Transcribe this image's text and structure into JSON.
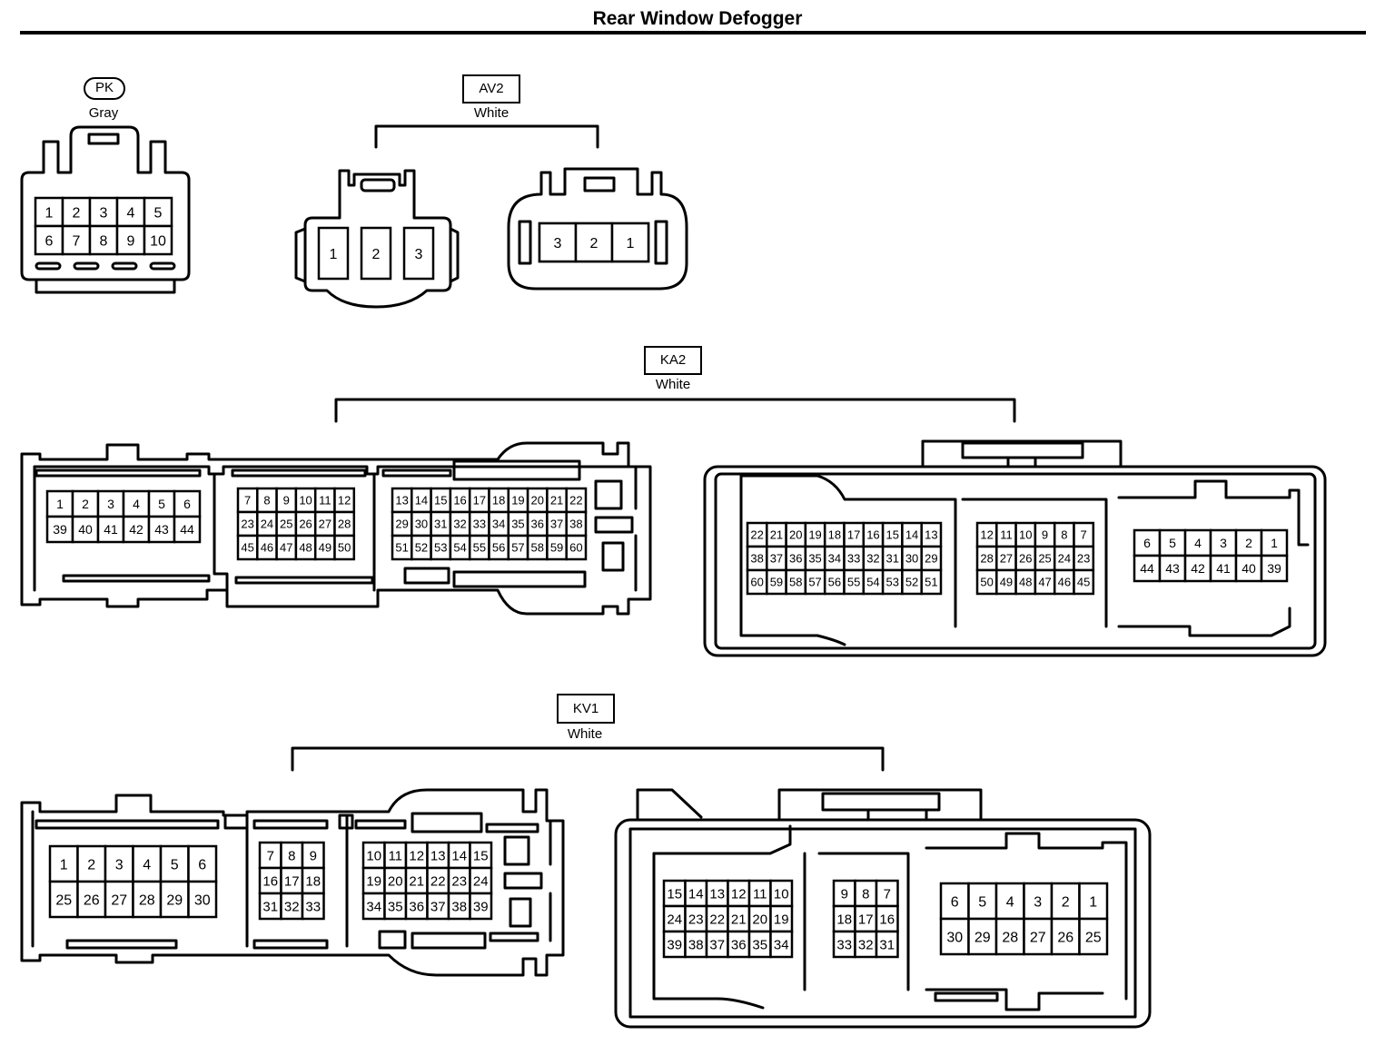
{
  "title": "Rear Window Defogger",
  "connectors": {
    "pk": {
      "code": "PK",
      "color": "Gray",
      "pins": [
        [
          "1",
          "2",
          "3",
          "4",
          "5"
        ],
        [
          "6",
          "7",
          "8",
          "9",
          "10"
        ]
      ]
    },
    "av2": {
      "code": "AV2",
      "color": "White",
      "left_pins": [
        "1",
        "2",
        "3"
      ],
      "right_pins": [
        "3",
        "2",
        "1"
      ]
    },
    "ka2": {
      "code": "KA2",
      "color": "White",
      "left": {
        "block1": [
          [
            "1",
            "2",
            "3",
            "4",
            "5",
            "6"
          ],
          [
            "39",
            "40",
            "41",
            "42",
            "43",
            "44"
          ]
        ],
        "block2": [
          [
            "7",
            "8",
            "9",
            "10",
            "11",
            "12"
          ],
          [
            "23",
            "24",
            "25",
            "26",
            "27",
            "28"
          ],
          [
            "45",
            "46",
            "47",
            "48",
            "49",
            "50"
          ]
        ],
        "block3": [
          [
            "13",
            "14",
            "15",
            "16",
            "17",
            "18",
            "19",
            "20",
            "21",
            "22"
          ],
          [
            "29",
            "30",
            "31",
            "32",
            "33",
            "34",
            "35",
            "36",
            "37",
            "38"
          ],
          [
            "51",
            "52",
            "53",
            "54",
            "55",
            "56",
            "57",
            "58",
            "59",
            "60"
          ]
        ]
      },
      "right": {
        "block1": [
          [
            "22",
            "21",
            "20",
            "19",
            "18",
            "17",
            "16",
            "15",
            "14",
            "13"
          ],
          [
            "38",
            "37",
            "36",
            "35",
            "34",
            "33",
            "32",
            "31",
            "30",
            "29"
          ],
          [
            "60",
            "59",
            "58",
            "57",
            "56",
            "55",
            "54",
            "53",
            "52",
            "51"
          ]
        ],
        "block2": [
          [
            "12",
            "11",
            "10",
            "9",
            "8",
            "7"
          ],
          [
            "28",
            "27",
            "26",
            "25",
            "24",
            "23"
          ],
          [
            "50",
            "49",
            "48",
            "47",
            "46",
            "45"
          ]
        ],
        "block3": [
          [
            "6",
            "5",
            "4",
            "3",
            "2",
            "1"
          ],
          [
            "44",
            "43",
            "42",
            "41",
            "40",
            "39"
          ]
        ]
      }
    },
    "kv1": {
      "code": "KV1",
      "color": "White",
      "left": {
        "block1": [
          [
            "1",
            "2",
            "3",
            "4",
            "5",
            "6"
          ],
          [
            "25",
            "26",
            "27",
            "28",
            "29",
            "30"
          ]
        ],
        "block2": [
          [
            "7",
            "8",
            "9"
          ],
          [
            "16",
            "17",
            "18"
          ],
          [
            "31",
            "32",
            "33"
          ]
        ],
        "block3": [
          [
            "10",
            "11",
            "12",
            "13",
            "14",
            "15"
          ],
          [
            "19",
            "20",
            "21",
            "22",
            "23",
            "24"
          ],
          [
            "34",
            "35",
            "36",
            "37",
            "38",
            "39"
          ]
        ]
      },
      "right": {
        "block1": [
          [
            "15",
            "14",
            "13",
            "12",
            "11",
            "10"
          ],
          [
            "24",
            "23",
            "22",
            "21",
            "20",
            "19"
          ],
          [
            "39",
            "38",
            "37",
            "36",
            "35",
            "34"
          ]
        ],
        "block2": [
          [
            "9",
            "8",
            "7"
          ],
          [
            "18",
            "17",
            "16"
          ],
          [
            "33",
            "32",
            "31"
          ]
        ],
        "block3": [
          [
            "6",
            "5",
            "4",
            "3",
            "2",
            "1"
          ],
          [
            "30",
            "29",
            "28",
            "27",
            "26",
            "25"
          ]
        ]
      }
    }
  }
}
